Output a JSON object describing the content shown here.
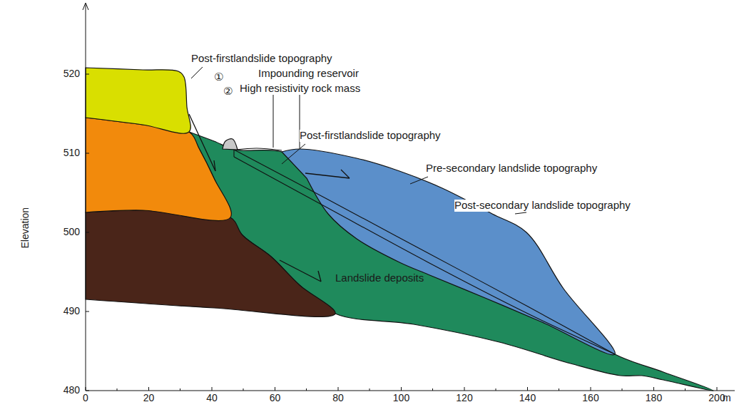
{
  "diagram": {
    "labels": [
      "Elevation",
      "480",
      "490",
      "500",
      "510",
      "520",
      "0",
      "20",
      "40",
      "60",
      "80",
      "100",
      "120",
      "140",
      "160",
      "180",
      "200",
      "m",
      "Post-firstlandslide topography",
      "①",
      "Impounding reservoir",
      "②",
      "High resistivity rock mass",
      "Post-firstlandslide topography",
      "Pre-secondary landslide topography",
      "Post-secondary landslide topography",
      "Landslide deposits"
    ]
  }
}
